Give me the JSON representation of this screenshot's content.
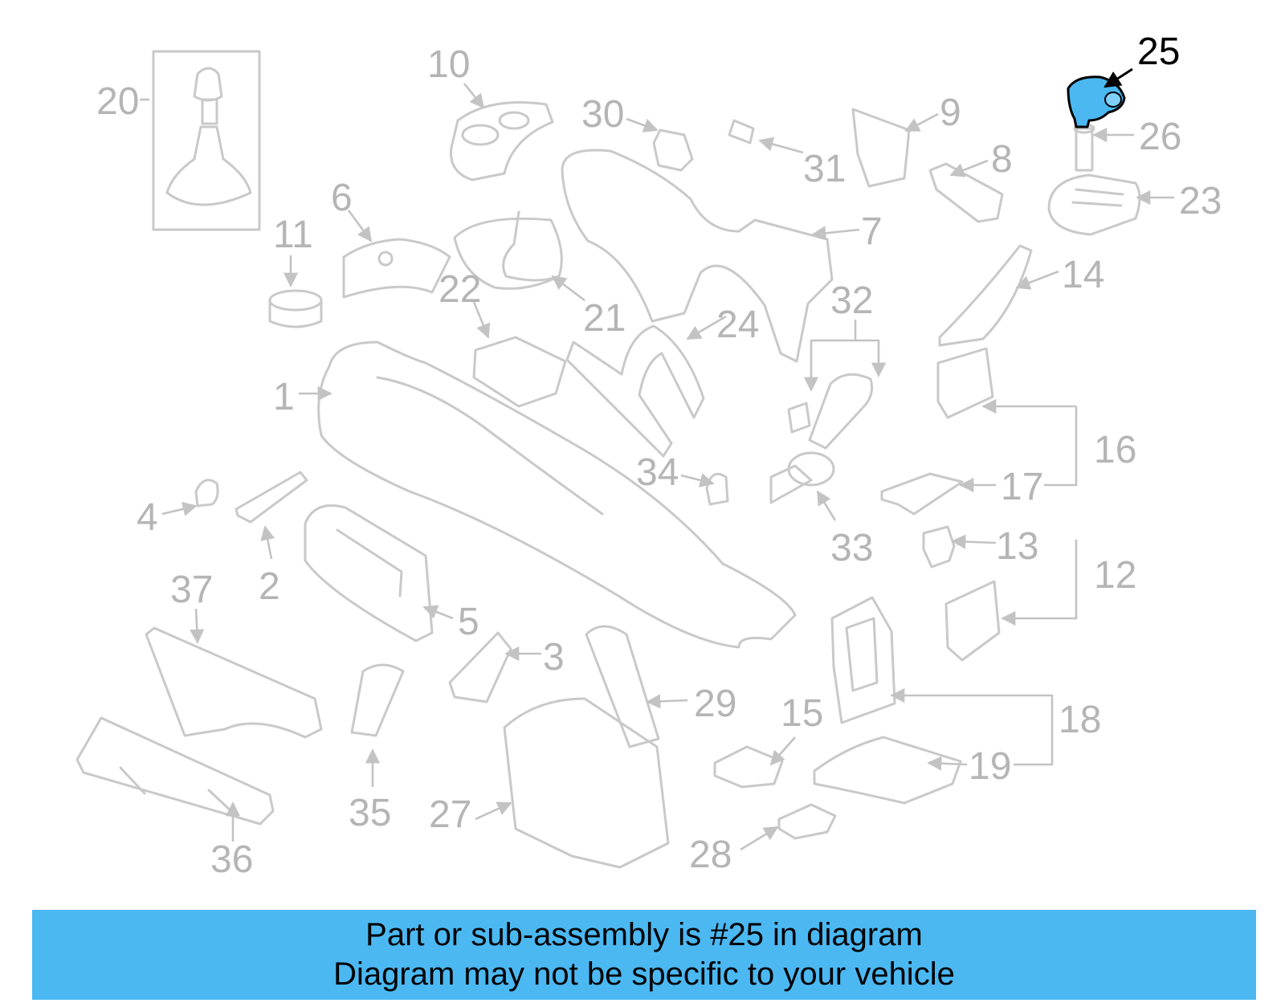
{
  "diagram": {
    "highlight_color": "#4bb8f2",
    "callouts": {
      "c1": "1",
      "c2": "2",
      "c3": "3",
      "c4": "4",
      "c5": "5",
      "c6": "6",
      "c7": "7",
      "c8": "8",
      "c9": "9",
      "c10": "10",
      "c11": "11",
      "c12": "12",
      "c13": "13",
      "c14": "14",
      "c15": "15",
      "c16": "16",
      "c17": "17",
      "c18": "18",
      "c19": "19",
      "c20": "20",
      "c21": "21",
      "c22": "22",
      "c23": "23",
      "c24": "24",
      "c25": "25",
      "c26": "26",
      "c27": "27",
      "c28": "28",
      "c29": "29",
      "c30": "30",
      "c31": "31",
      "c32": "32",
      "c33": "33",
      "c34": "34",
      "c35": "35",
      "c36": "36",
      "c37": "37"
    }
  },
  "banner": {
    "background": "#4bb8f2",
    "line1": "Part or sub-assembly is #25 in diagram",
    "line2": "Diagram may not be specific to your vehicle"
  }
}
